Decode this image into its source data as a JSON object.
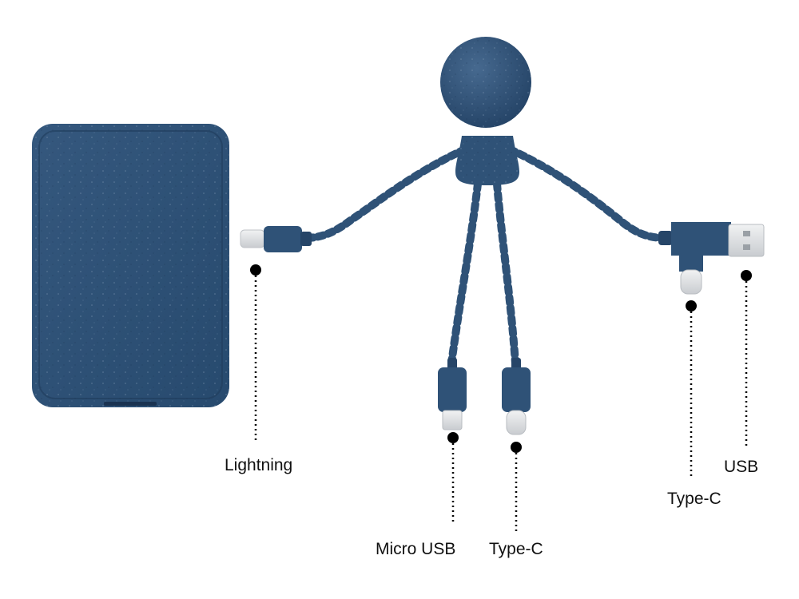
{
  "colors": {
    "product": "#2f5277",
    "product_dark": "#1f3c5c",
    "product_light": "#4a6d92",
    "cable_white": "#f4f6f8",
    "metal": "#d9dcdf",
    "marker": "#000000",
    "label_text": "#111111"
  },
  "connector_labels": {
    "lightning": "Lightning",
    "micro_usb": "Micro USB",
    "type_c_center": "Type-C",
    "type_c_right": "Type-C",
    "usb": "USB"
  }
}
